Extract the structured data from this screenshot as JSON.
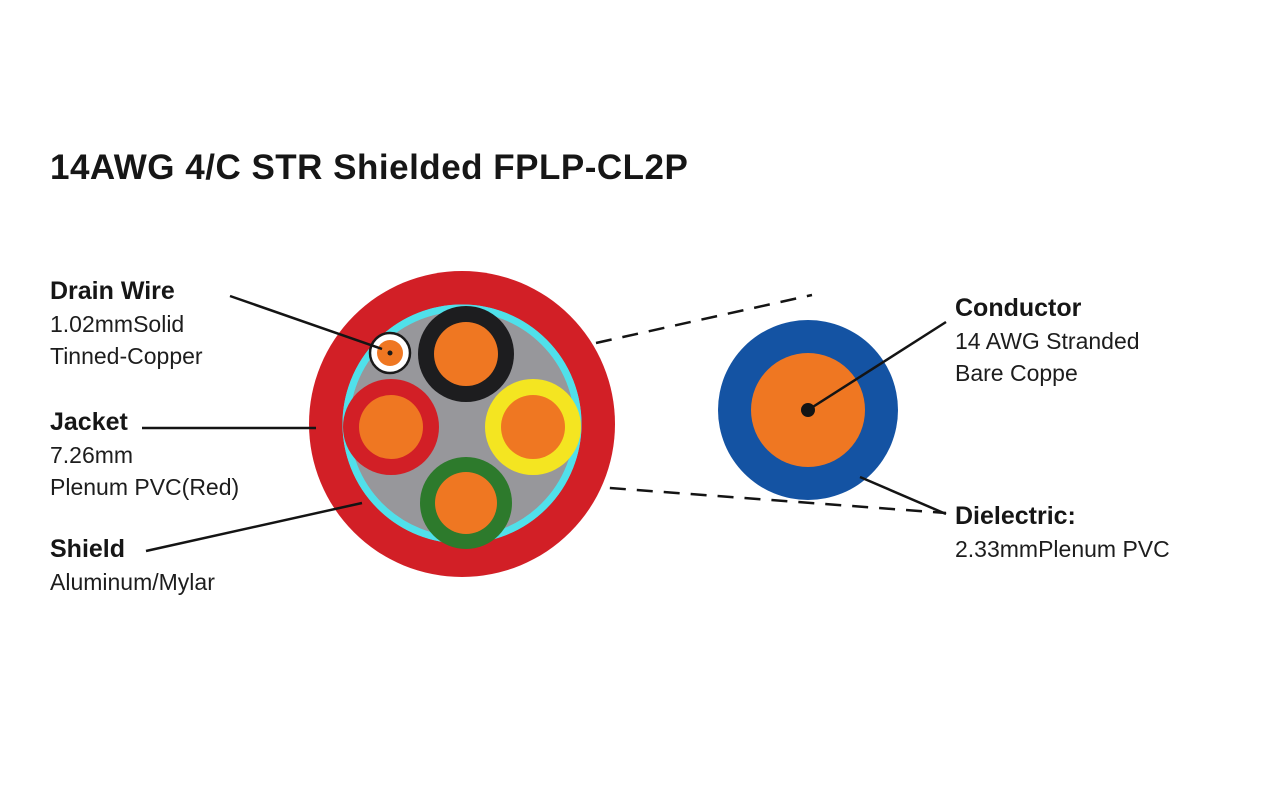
{
  "title": "14AWG 4/C STR Shielded FPLP-CL2P",
  "labels": {
    "drain_wire": {
      "heading": "Drain Wire",
      "line1": "1.02mmSolid",
      "line2": "Tinned-Copper"
    },
    "jacket": {
      "heading": "Jacket",
      "line1": "7.26mm",
      "line2": "Plenum PVC(Red)"
    },
    "shield": {
      "heading": "Shield",
      "line1": "Aluminum/Mylar"
    },
    "conductor": {
      "heading": "Conductor",
      "line1": "14 AWG Stranded",
      "line2": "Bare Coppe"
    },
    "dielectric": {
      "heading": "Dielectric:",
      "line1": "2.33mmPlenum PVC"
    }
  },
  "colors": {
    "jacket_red": "#d21f26",
    "shield_cyan": "#50e0ea",
    "filler_gray": "#97979b",
    "conductor_orange": "#ef7722",
    "insulation_black": "#1d1d1f",
    "insulation_red": "#d21f26",
    "insulation_yellow": "#f4e521",
    "insulation_green": "#2d7a2c",
    "dielectric_blue": "#1453a3",
    "drain_white": "#ffffff",
    "line_black": "#141414"
  }
}
